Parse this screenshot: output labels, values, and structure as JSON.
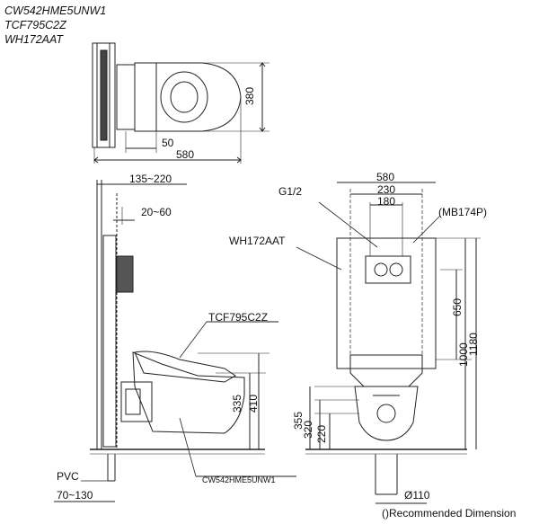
{
  "header": {
    "model_lines": [
      "CW542HME5UNW1",
      "TCF795C2Z",
      "WH172AAT"
    ]
  },
  "dimensions": {
    "top_depth": "380",
    "top_offset": "50",
    "top_width": "580",
    "side_range_outer": "135~220",
    "side_range_inner": "20~60",
    "side_height_bowl": "335",
    "side_height_total": "410",
    "front_width_total": "580",
    "front_width_mid": "230",
    "front_width_inner": "180",
    "front_h_650": "650",
    "front_h_1000": "1000",
    "front_h_1180": "1180",
    "front_h_355": "355",
    "front_h_320": "320",
    "front_h_220": "220",
    "pipe_dia": "Ø110"
  },
  "labels": {
    "pipe_thread": "G1/2",
    "module": "(MB174P)",
    "frame": "WH172AAT",
    "seat": "TCF795C2Z",
    "bowl": "CW542HME5UNW1",
    "pvc": "PVC",
    "pvc_range": "70~130",
    "note": "()Recommended Dimension"
  }
}
